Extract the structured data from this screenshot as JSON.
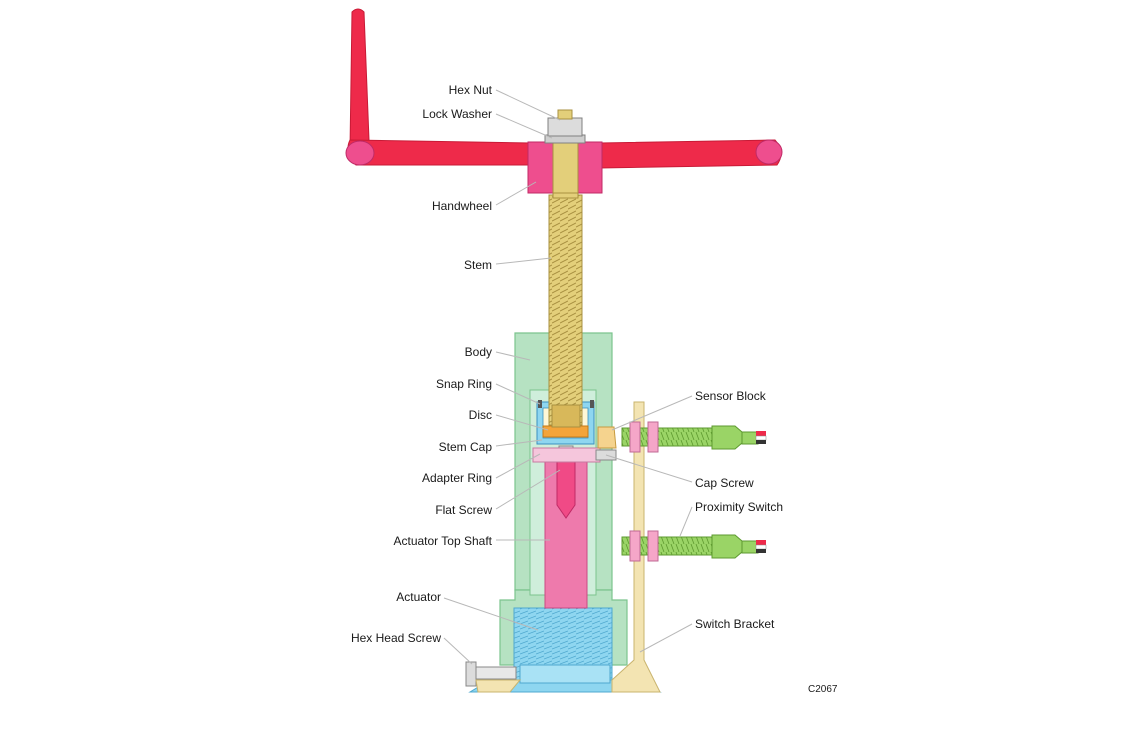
{
  "labels": {
    "hex_nut": "Hex Nut",
    "lock_washer": "Lock Washer",
    "handwheel": "Handwheel",
    "stem": "Stem",
    "body": "Body",
    "snap_ring": "Snap Ring",
    "disc": "Disc",
    "stem_cap": "Stem Cap",
    "adapter_ring": "Adapter Ring",
    "flat_screw": "Flat Screw",
    "actuator_top_shaft": "Actuator Top Shaft",
    "actuator": "Actuator",
    "hex_head_screw": "Hex Head Screw",
    "sensor_block": "Sensor Block",
    "cap_screw": "Cap Screw",
    "proximity_switch": "Proximity Switch",
    "switch_bracket": "Switch Bracket"
  },
  "drawing_code": "C2067",
  "colors": {
    "handwheel": "#ee2a4a",
    "handwheel_hub": "#ee4e8e",
    "stem": "#e3cf7a",
    "body": "#b6e2c2",
    "body_edge": "#7cc48e",
    "shaft": "#ee7aac",
    "actuator": "#8ed6f0",
    "bracket": "#f3e4b2",
    "switch": "#9ad466",
    "leader": "#b8b8b8"
  }
}
